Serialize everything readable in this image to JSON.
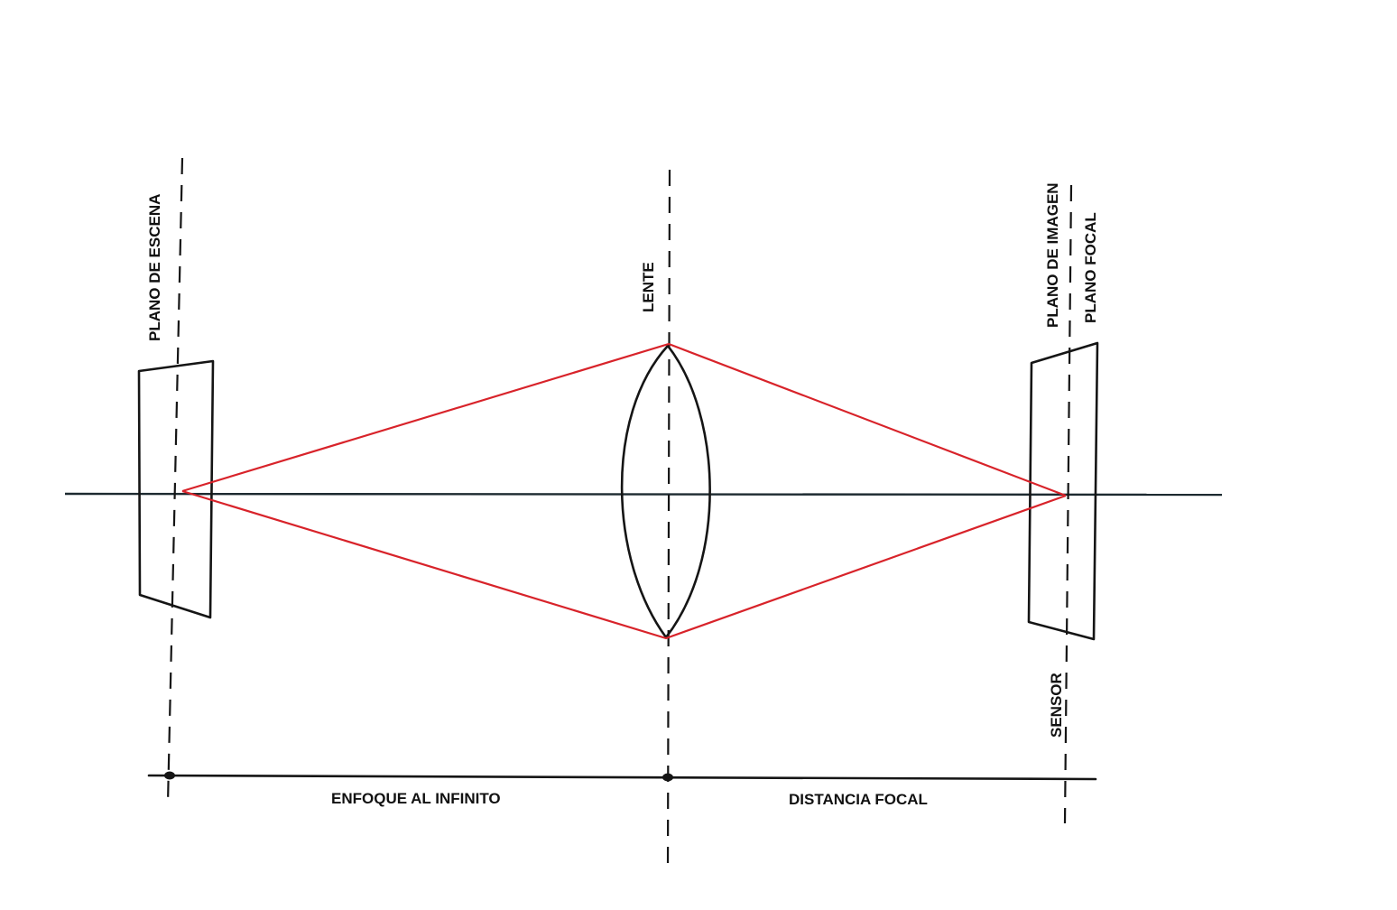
{
  "labels": {
    "scene_plane": "PLANO DE ESCENA",
    "lens": "LENTE",
    "image_plane": "PLANO DE IMAGEN",
    "focal_plane": "PLANO FOCAL",
    "sensor": "SENSOR",
    "focus_infinity": "ENFOQUE AL INFINITO",
    "focal_distance": "DISTANCIA FOCAL"
  },
  "colors": {
    "rays": "#d8232a",
    "ink": "#151515",
    "axis": "#1d2a30"
  }
}
